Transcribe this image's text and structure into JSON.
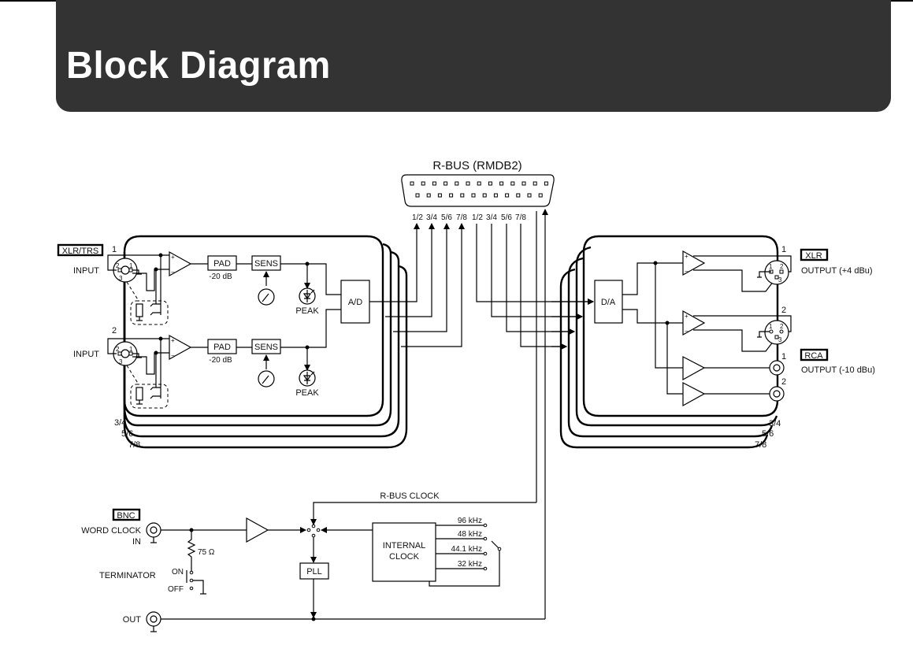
{
  "header": {
    "title": "Block Diagram",
    "band_color": "#333333"
  },
  "rbus": {
    "title": "R-BUS (RMDB2)",
    "send_channels": [
      "1/2",
      "3/4",
      "5/6",
      "7/8"
    ],
    "return_channels": [
      "1/2",
      "3/4",
      "5/6",
      "7/8"
    ],
    "clock_label": "R-BUS CLOCK"
  },
  "input_section": {
    "connector_type": "XLR/TRS",
    "channel_1": {
      "number": "1",
      "label": "INPUT"
    },
    "channel_2": {
      "number": "2",
      "label": "INPUT"
    },
    "pad_label": "PAD",
    "pad_value": "-20 dB",
    "sens_label": "SENS",
    "peak_label": "PEAK",
    "ad_label": "A/D",
    "plus": "+",
    "minus": "−",
    "pins": [
      "1",
      "2",
      "3"
    ],
    "stack_labels": [
      "3/4",
      "5/6",
      "7/8"
    ]
  },
  "output_section": {
    "da_label": "D/A",
    "xlr": {
      "type": "XLR",
      "label": "OUTPUT (+4 dBu)",
      "channels": [
        "1",
        "2"
      ]
    },
    "rca": {
      "type": "RCA",
      "label": "OUTPUT (-10 dBu)",
      "channels": [
        "1",
        "2"
      ]
    },
    "plus": "+",
    "minus": "−",
    "pins": [
      "1",
      "2",
      "3"
    ],
    "stack_labels": [
      "3/4",
      "5/6",
      "7/8"
    ]
  },
  "clock_section": {
    "connector_type": "BNC",
    "word_clock_label_1": "WORD CLOCK",
    "word_clock_label_2": "IN",
    "resistor_label": "75 Ω",
    "terminator_label": "TERMINATOR",
    "switch_on": "ON",
    "switch_off": "OFF",
    "out_label": "OUT",
    "pll_label": "PLL",
    "internal_clock_1": "INTERNAL",
    "internal_clock_2": "CLOCK",
    "rates": [
      "96 kHz",
      "48 kHz",
      "44.1 kHz",
      "32 kHz"
    ],
    "selected_rate": "44.1 kHz"
  }
}
